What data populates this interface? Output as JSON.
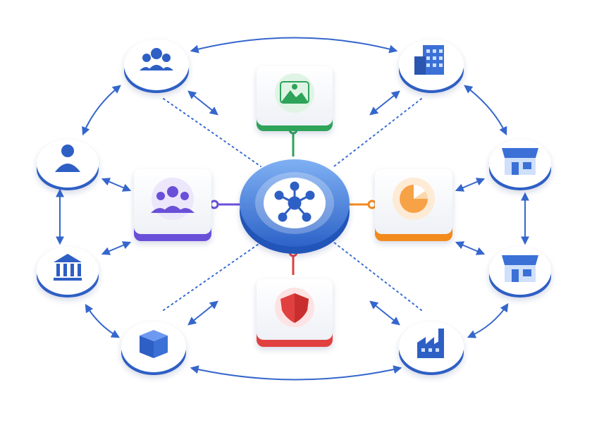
{
  "diagram": {
    "colors": {
      "primary": "#2f5fc4",
      "connector": "#3566cc",
      "dotted": "#3a6fd6",
      "hub_ring": "#3b7be0",
      "hub_ring_light": "#8fb9f5",
      "purple": "#6a4fd8",
      "green": "#2fa35a",
      "orange": "#f28a1e",
      "red": "#e04040"
    },
    "hub": {
      "icon": "network-nodes-icon"
    },
    "modules": [
      {
        "id": "top",
        "icon": "landscape-image-icon",
        "accent": "green"
      },
      {
        "id": "left",
        "icon": "users-group-icon",
        "accent": "purple"
      },
      {
        "id": "right",
        "icon": "pie-chart-icon",
        "accent": "orange"
      },
      {
        "id": "bottom",
        "icon": "security-shield-icon",
        "accent": "red"
      }
    ],
    "outer_nodes": [
      {
        "id": "team",
        "icon": "team-icon"
      },
      {
        "id": "office-building",
        "icon": "office-building-icon"
      },
      {
        "id": "person",
        "icon": "person-icon"
      },
      {
        "id": "storefront-upper",
        "icon": "storefront-icon"
      },
      {
        "id": "bank",
        "icon": "bank-icon"
      },
      {
        "id": "storefront-lower",
        "icon": "storefront-icon"
      },
      {
        "id": "package",
        "icon": "package-box-icon"
      },
      {
        "id": "factory",
        "icon": "factory-icon"
      }
    ]
  }
}
